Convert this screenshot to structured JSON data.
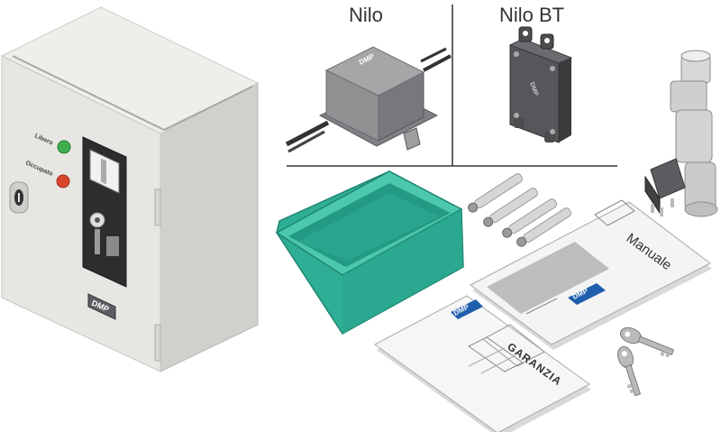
{
  "labels": {
    "nilo": "Nilo",
    "nilo_bt": "Nilo BT"
  },
  "cabinet": {
    "libero": "Libero",
    "occupato": "Occupato",
    "brand": "DMP"
  },
  "devices": {
    "nilo_brand": "DMP",
    "nilo_bt_brand": "DMP"
  },
  "documents": {
    "manual_title": "Manuale",
    "manual_brand": "DMP",
    "warranty_title": "GARANZIA",
    "warranty_brand": "DMP"
  },
  "colors": {
    "cabinet": "#e8e6e2",
    "tray": "#2fae96",
    "device_grey": "#8f9193",
    "brand_blue": "#1f5fae",
    "led_green": "#3fae4f",
    "led_red": "#d9452c"
  }
}
